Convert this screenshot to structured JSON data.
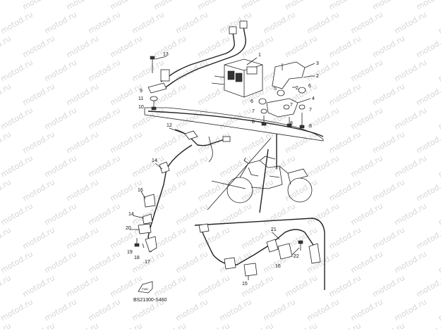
{
  "diagram": {
    "watermark_text": "motod.ru",
    "code_label": "BS21300-S460",
    "fwd_label": "FWD",
    "callouts": {
      "c1": "1",
      "c2a": "2",
      "c2b": "2",
      "c3": "3",
      "c4": "4",
      "c5": "5",
      "c6a": "6",
      "c6b": "6",
      "c7a": "7",
      "c7b": "7",
      "c7c": "7",
      "c8a": "8",
      "c8b": "8",
      "c8c": "8",
      "c9": "9",
      "c10": "10",
      "c11": "11",
      "c12": "12",
      "c13": "13",
      "c14a": "14",
      "c14b": "14",
      "c15": "15",
      "c16a": "16",
      "c16b": "16",
      "c17": "17",
      "c18": "18",
      "c19": "19",
      "c20": "20",
      "c21": "21",
      "c22": "22"
    }
  }
}
